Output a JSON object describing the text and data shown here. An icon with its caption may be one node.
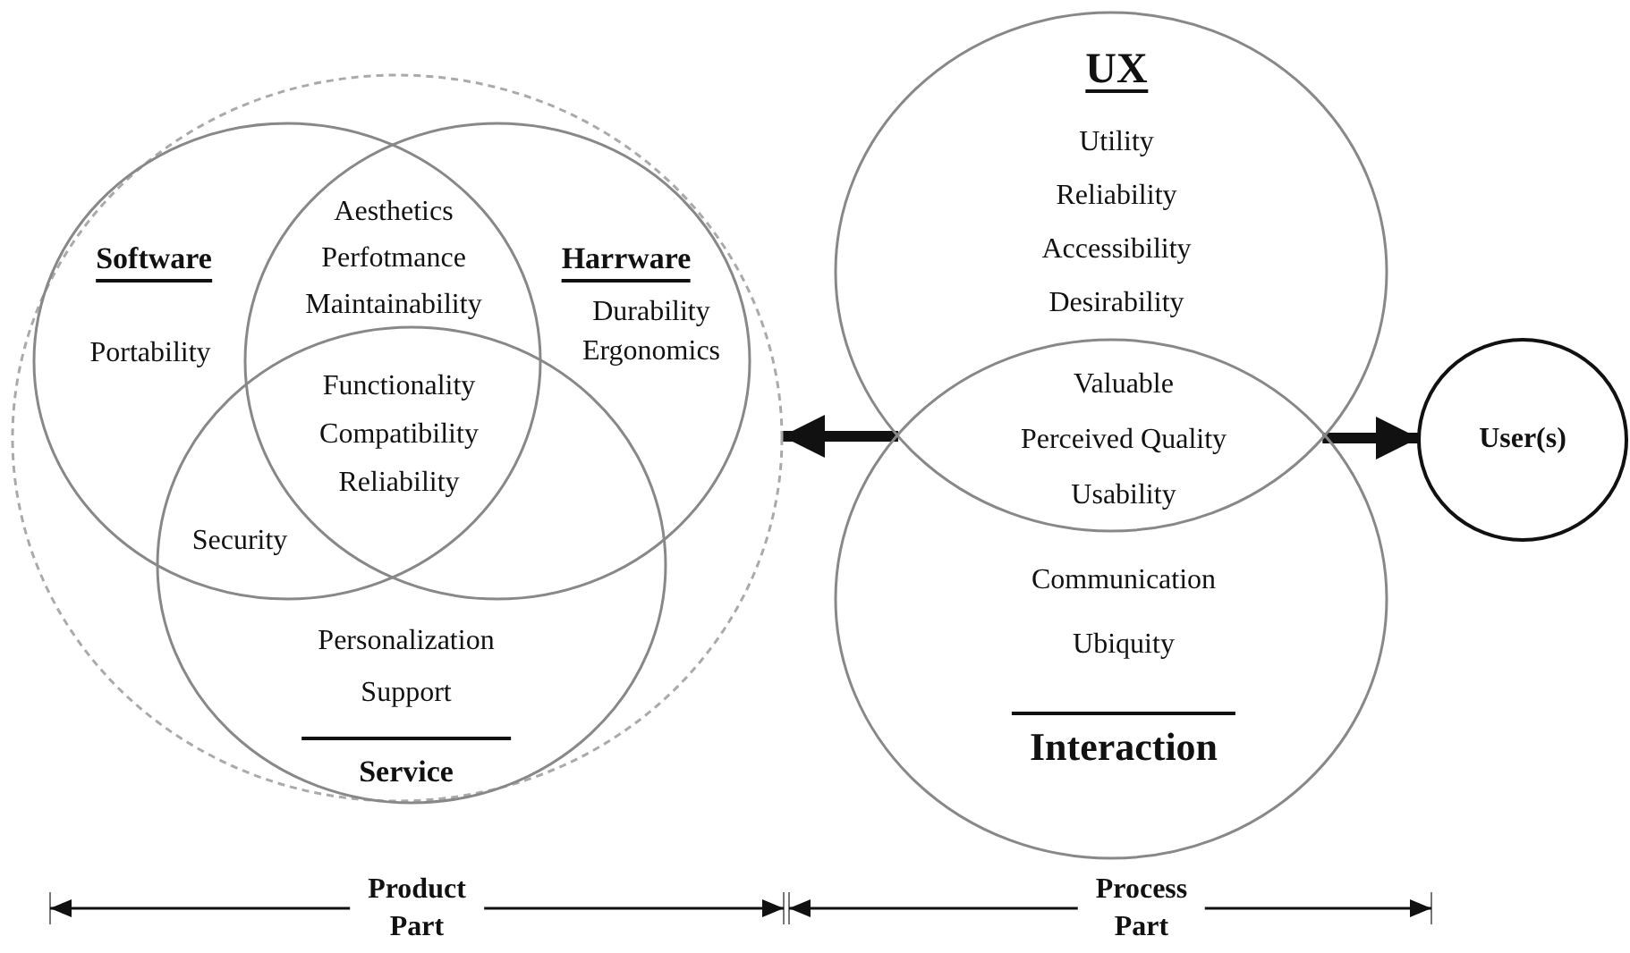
{
  "diagram": {
    "nodes": [
      {
        "text": [],
        "shape": "circle"
      },
      {
        "text": [
          "Software",
          "Portability"
        ],
        "in": 0
      },
      {
        "text": [
          "Harrware",
          "Durability Ergonomics"
        ],
        "in": 0
      },
      {
        "text": [
          "Personalization Support",
          "Service"
        ],
        "in": 0
      },
      {
        "text": [
          "UX",
          "Utility Reliability Accessibility Desirability"
        ]
      },
      {
        "text": [
          "Communication Ubiquity",
          "Interaction"
        ]
      },
      {
        "text": [
          "User(s)"
        ]
      }
    ],
    "edges": [
      {
        "from": 4,
        "to": 0,
        "arrow": "to"
      },
      {
        "from": 4,
        "to": 6,
        "arrow": "to"
      }
    ],
    "labels": [
      "Aesthetics Perfotmance Maintainability",
      "Functionality Compatibility Reliability",
      "Security",
      "Valuable Perceived Quality Usability",
      "Product Part",
      "Process Part"
    ]
  }
}
